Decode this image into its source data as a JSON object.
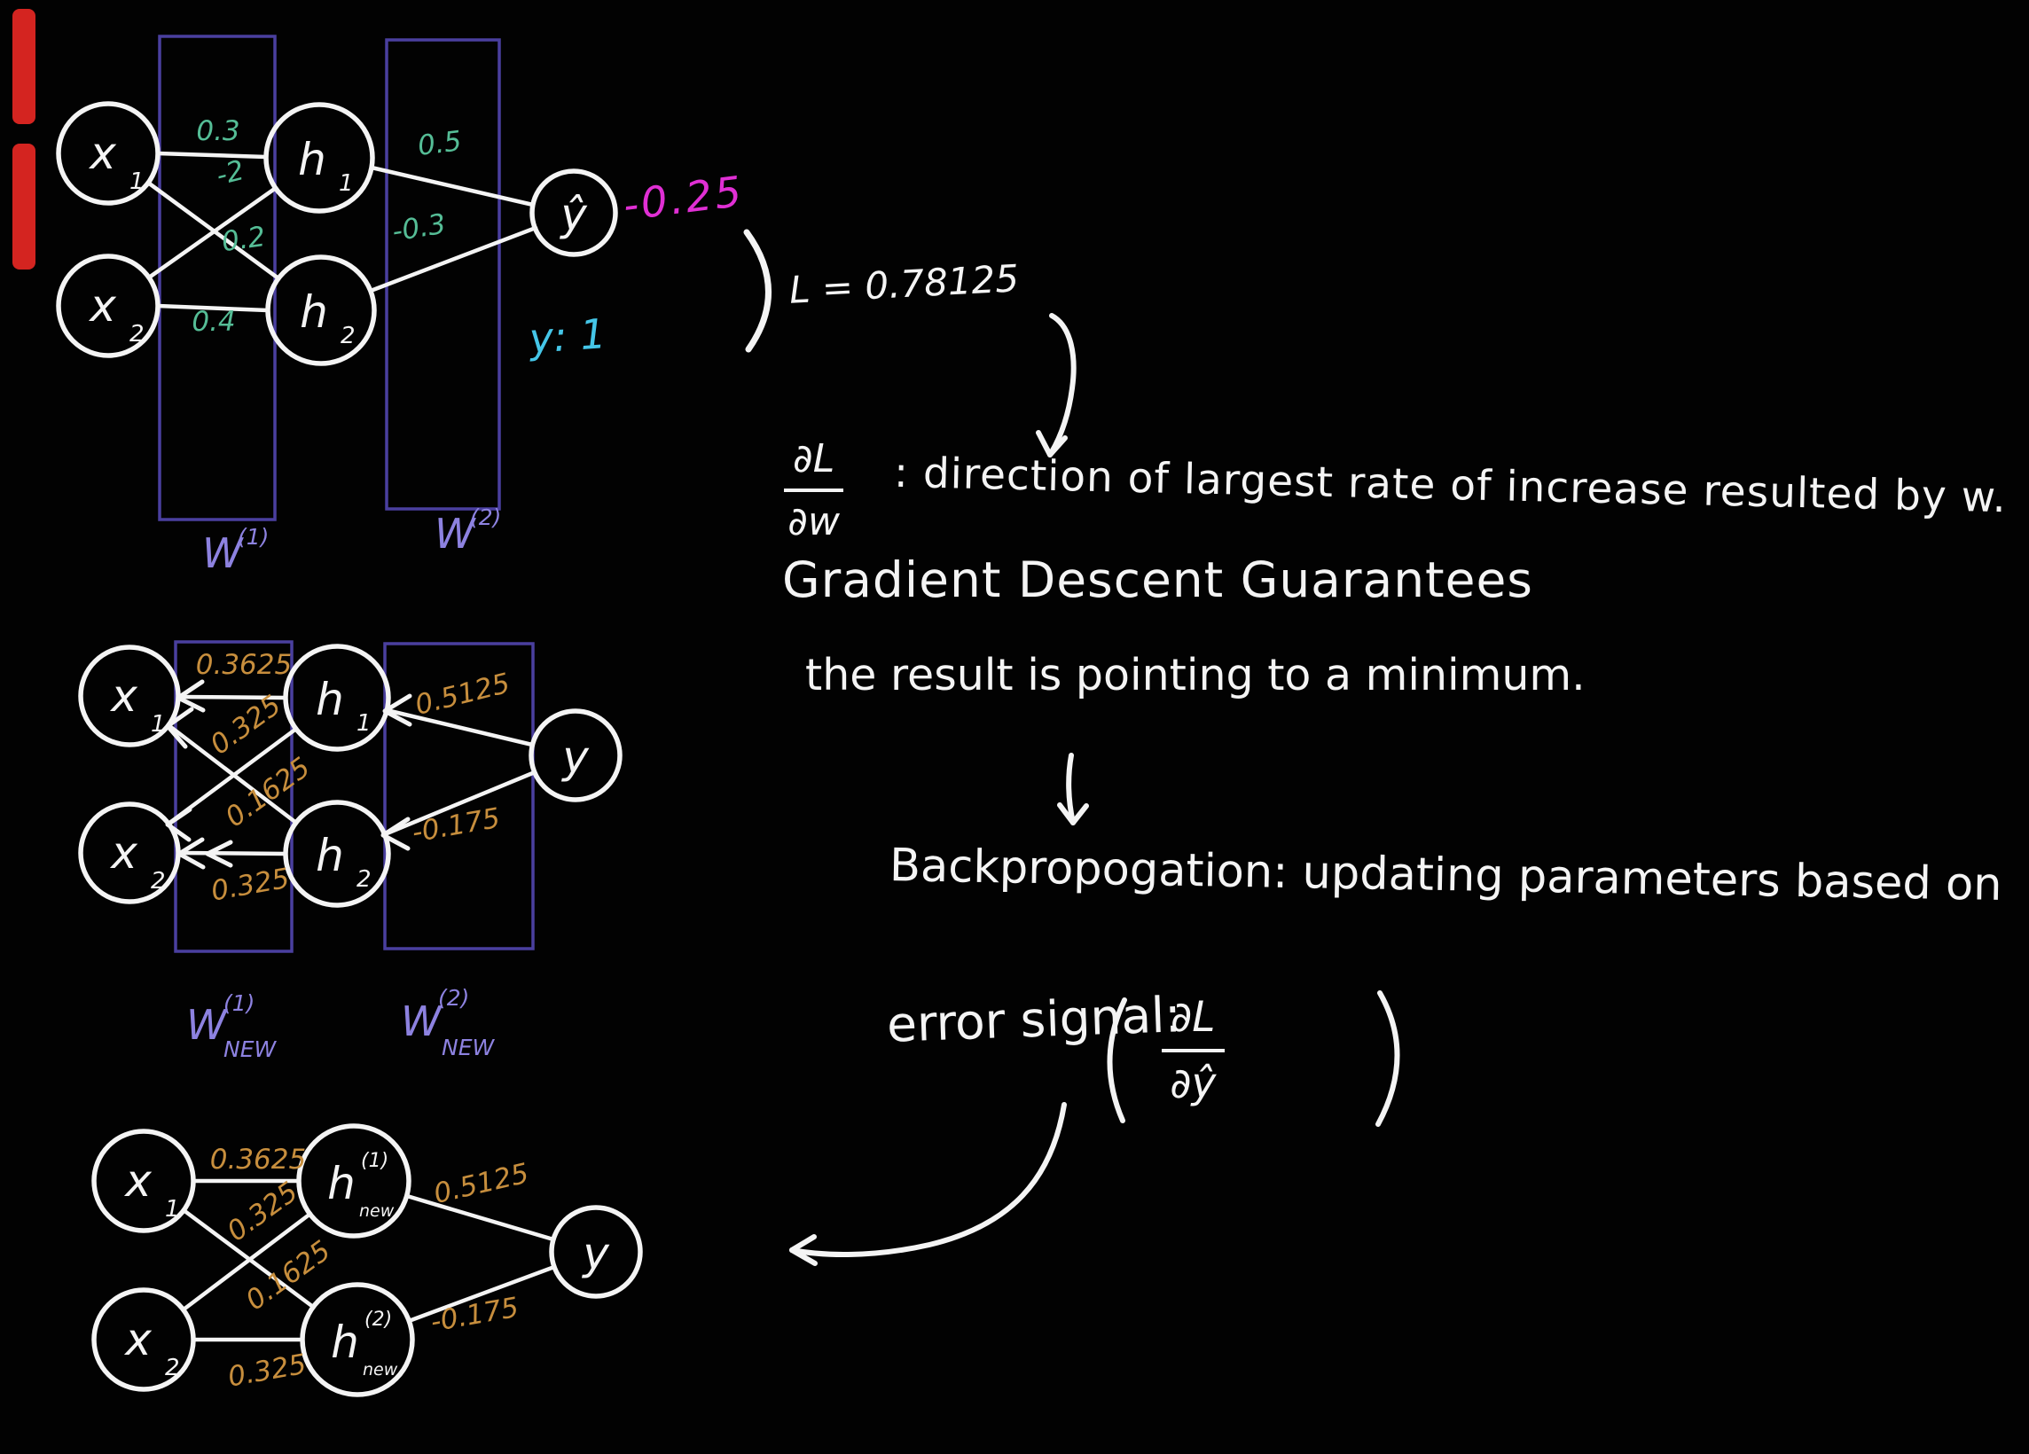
{
  "canvas": {
    "background": "#000000"
  },
  "colors": {
    "ink": "#f4f4f4",
    "weight_initial_green": "#55bd96",
    "weight_updated_orange": "#c78e3d",
    "layer_box_purple": "#4a3f9f",
    "layer_label_purple": "#8d82e0",
    "prediction_magenta": "#e02fd4",
    "target_cyan": "#45c6e8",
    "edge_mark_red": "#d42420"
  },
  "diagram1": {
    "nodes": {
      "x1": {
        "base": "x",
        "sub": "1"
      },
      "x2": {
        "base": "x",
        "sub": "2"
      },
      "h1": {
        "base": "h",
        "sub": "1"
      },
      "h2": {
        "base": "h",
        "sub": "2"
      },
      "out": {
        "base": "ŷ"
      }
    },
    "weights": {
      "x1_h1": "0.3",
      "x2_h1": "-2",
      "x1_h2": "0.2",
      "x2_h2": "0.4",
      "h1_out": "0.5",
      "h2_out": "-0.3"
    },
    "layer1": {
      "base": "W",
      "sup": "(1)"
    },
    "layer2": {
      "base": "W",
      "sup": "(2)"
    },
    "prediction": "-0.25",
    "target": "y: 1"
  },
  "loss_label": "L = 0.78125",
  "gradient_note": {
    "numerator": "∂L",
    "denominator": "∂w",
    "text": ": direction of largest rate of increase resulted by w."
  },
  "gradient_descent_line1": "Gradient Descent Guarantees",
  "gradient_descent_line2": "the result is pointing to a minimum.",
  "backprop_line1": "Backpropogation: updating parameters based on",
  "backprop_line2": "error signal:",
  "error_signal_fraction": {
    "numerator": "∂L",
    "denominator": "∂ŷ"
  },
  "diagram2": {
    "nodes": {
      "x1": {
        "base": "x",
        "sub": "1"
      },
      "x2": {
        "base": "x",
        "sub": "2"
      },
      "h1": {
        "base": "h",
        "sub": "1"
      },
      "h2": {
        "base": "h",
        "sub": "2"
      },
      "out": {
        "base": "y"
      }
    },
    "weights": {
      "x1_h1": "0.3625",
      "x2_h1": "0.325",
      "x1_h2": "0.1625",
      "x2_h2": "0.325",
      "h1_out": "0.5125",
      "h2_out": "-0.175"
    },
    "layer1": {
      "base": "W",
      "sup": "(1)",
      "sub": "NEW"
    },
    "layer2": {
      "base": "W",
      "sup": "(2)",
      "sub": "NEW"
    }
  },
  "diagram3": {
    "nodes": {
      "x1": {
        "base": "x",
        "sub": "1"
      },
      "x2": {
        "base": "x",
        "sub": "2"
      },
      "h1": {
        "base": "h",
        "sup": "(1)",
        "sub": "new"
      },
      "h2": {
        "base": "h",
        "sup": "(2)",
        "sub": "new"
      },
      "out": {
        "base": "y"
      }
    },
    "weights": {
      "x1_h1": "0.3625",
      "x2_h1": "0.325",
      "x1_h2": "0.1625",
      "x2_h2": "0.325",
      "h1_out": "0.5125",
      "h2_out": "-0.175"
    }
  }
}
